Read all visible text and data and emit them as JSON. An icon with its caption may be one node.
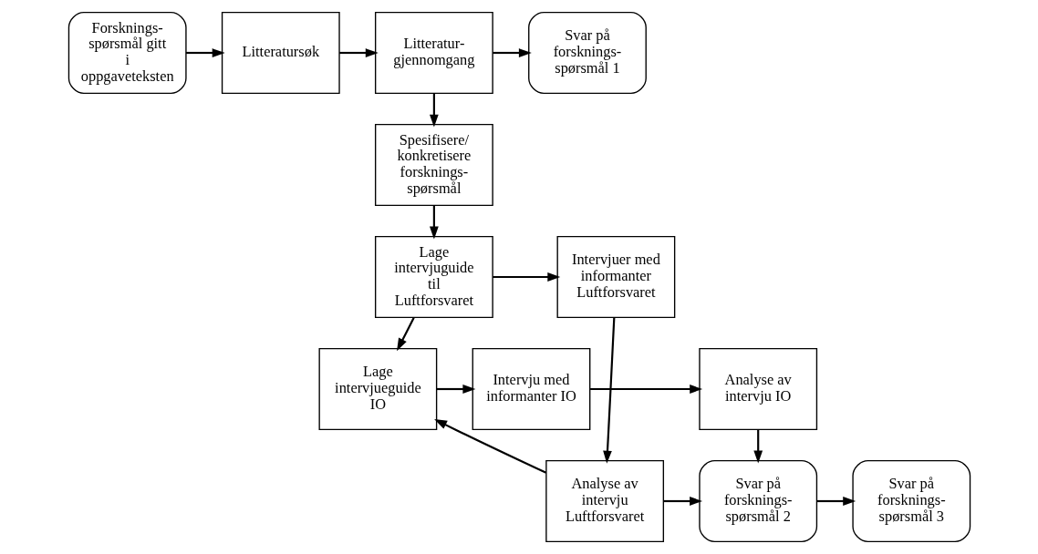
{
  "diagram": {
    "nodes": [
      {
        "text": [
          "Forsknings- spørsmål gitt i oppgaveteksten"
        ]
      },
      {
        "text": [
          "Litteratursøk"
        ]
      },
      {
        "text": [
          "Litteratur- gjennomgang"
        ]
      },
      {
        "text": [
          "Svar på forsknings- spørsmål 1"
        ]
      },
      {
        "text": [
          "Spesifisere/ konkretisere forsknings- spørsmål"
        ]
      },
      {
        "text": [
          "Lage intervjuguide til Luftforsvaret"
        ]
      },
      {
        "text": [
          "Intervjuer med informanter Luftforsvaret"
        ]
      },
      {
        "text": [
          "Analyse av intervju Luftforsvaret"
        ]
      },
      {
        "text": [
          "Svar på forsknings- spørsmål 2"
        ]
      },
      {
        "text": [
          "Svar på forsknings- spørsmål 3"
        ]
      },
      {
        "text": [
          "Lage intervjueguide IO"
        ]
      },
      {
        "text": [
          "Intervju med informanter IO"
        ]
      },
      {
        "text": [
          "Analyse av intervju IO"
        ]
      }
    ],
    "edges": [
      {
        "from": 0,
        "to": 1,
        "arrow": "to"
      },
      {
        "from": 1,
        "to": 2,
        "arrow": "to"
      },
      {
        "from": 2,
        "to": 3,
        "arrow": "to"
      },
      {
        "from": 2,
        "to": 4,
        "arrow": "to"
      },
      {
        "from": 4,
        "to": 5,
        "arrow": "to"
      },
      {
        "from": 5,
        "to": 6,
        "arrow": "to"
      },
      {
        "from": 6,
        "to": 7,
        "arrow": "to"
      },
      {
        "from": 7,
        "to": 8,
        "arrow": "to"
      },
      {
        "from": 8,
        "to": 9,
        "arrow": "to"
      },
      {
        "from": 5,
        "to": 10,
        "arrow": "to"
      },
      {
        "from": 7,
        "to": 10,
        "arrow": "to"
      },
      {
        "from": 10,
        "to": 11,
        "arrow": "to"
      },
      {
        "from": 11,
        "to": 12,
        "arrow": "to"
      },
      {
        "from": 12,
        "to": 8,
        "arrow": "to"
      }
    ]
  }
}
